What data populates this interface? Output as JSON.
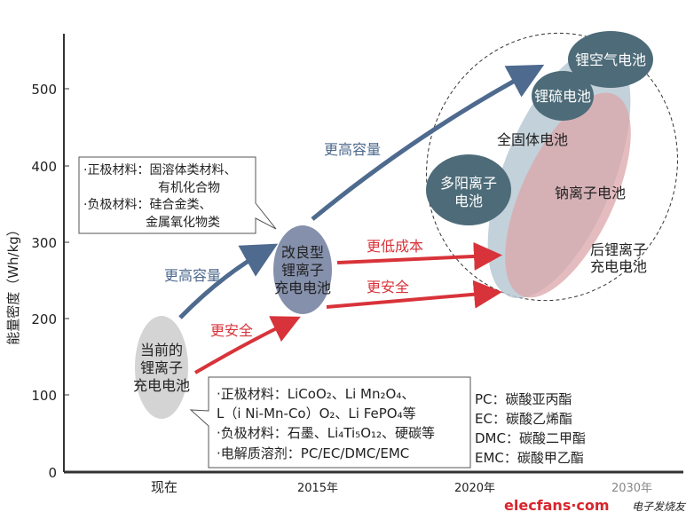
{
  "y_axis": {
    "label": "能量密度（Wh/kg）",
    "ticks": [
      "0",
      "100",
      "200",
      "300",
      "400",
      "500"
    ]
  },
  "x_axis": {
    "ticks": [
      "现在",
      "2015年",
      "2020年",
      "2030年"
    ]
  },
  "nodes": {
    "current": [
      "当前的",
      "锂离子",
      "充电电池"
    ],
    "improved": [
      "改良型",
      "锂离子",
      "充电电池"
    ],
    "li_air": "锂空气电池",
    "li_s": "锂硫电池",
    "solid": "全固体电池",
    "multi": [
      "多阳离子",
      "电池"
    ],
    "na": "钠离子电池",
    "post": [
      "后锂离子",
      "充电电池"
    ]
  },
  "arrows": {
    "cap1": "更高容量",
    "cap2": "更高容量",
    "safe1": "更安全",
    "cost": "更低成本",
    "safe2": "更安全"
  },
  "box_top": [
    "·正极材料：固溶体类材料、",
    "有机化合物",
    "·负极材料：硅合金类、",
    "金属氧化物类"
  ],
  "box_bottom": [
    "·正极材料：LiCoO₂、Li Mn₂O₄、",
    "L（i Ni-Mn-Co）O₂、Li FePO₄等",
    "·负极材料：石墨、Li₄Ti₅O₁₂、硬碳等",
    "·电解质溶剂：PC/EC/DMC/EMC"
  ],
  "legend": [
    "PC：碳酸亚丙酯",
    "EC：碳酸乙烯酯",
    "DMC：碳酸二甲酯",
    "EMC：碳酸甲乙酯"
  ],
  "watermark": {
    "site": "elecfans·com",
    "cn": "电子发烧友"
  },
  "colors": {
    "blue_arrow": "#4e6a8e",
    "red_arrow": "#d8333a",
    "teal": "#4d6b78"
  }
}
